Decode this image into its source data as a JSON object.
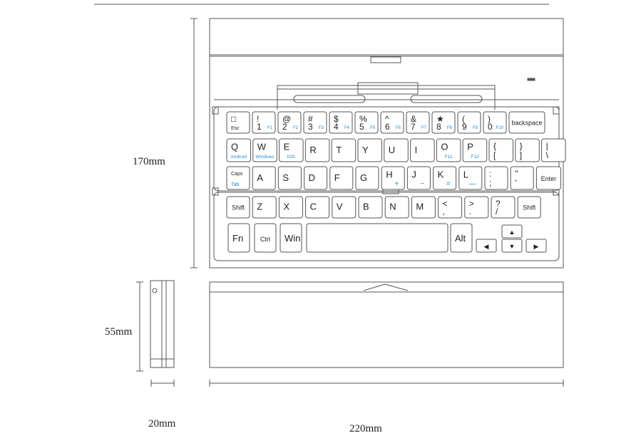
{
  "dimensions": {
    "height_top": "170mm",
    "height_side": "55mm",
    "width_side": "20mm",
    "width_front": "220mm"
  },
  "colors": {
    "line": "#555555",
    "key_fill": "#ffffff",
    "accent": "#1e8ad6"
  },
  "keyboard": {
    "row1": [
      {
        "top": "□",
        "bottom": "Esc"
      },
      {
        "top": "!",
        "bottom": "1",
        "fn": "F1"
      },
      {
        "top": "@",
        "bottom": "2",
        "fn": "F2"
      },
      {
        "top": "#",
        "bottom": "3",
        "fn": "F3"
      },
      {
        "top": "$",
        "bottom": "4",
        "fn": "F4"
      },
      {
        "top": "%",
        "bottom": "5",
        "fn": "F5"
      },
      {
        "top": "^",
        "bottom": "6",
        "fn": "F6"
      },
      {
        "top": "&",
        "bottom": "7",
        "fn": "F7"
      },
      {
        "top": "★",
        "bottom": "8",
        "fn": "F8"
      },
      {
        "top": "(",
        "bottom": "9",
        "fn": "F9"
      },
      {
        "top": ")",
        "bottom": "0",
        "fn": "F10"
      },
      {
        "label": "backspace"
      }
    ],
    "row2": [
      {
        "label": "Q",
        "sub": "Android"
      },
      {
        "label": "W",
        "sub": "Windows"
      },
      {
        "label": "E",
        "sub": "IOS"
      },
      {
        "label": "R"
      },
      {
        "label": "T"
      },
      {
        "label": "Y"
      },
      {
        "label": "U"
      },
      {
        "label": "I"
      },
      {
        "label": "O",
        "sub": "F11"
      },
      {
        "label": "P",
        "sub": "F12"
      },
      {
        "top": "{",
        "bottom": "["
      },
      {
        "top": "}",
        "bottom": "]"
      },
      {
        "top": "|",
        "bottom": "\\"
      }
    ],
    "row3": [
      {
        "top": "Caps",
        "bottom": "Tab"
      },
      {
        "label": "A"
      },
      {
        "label": "S"
      },
      {
        "label": "D"
      },
      {
        "label": "F"
      },
      {
        "label": "G"
      },
      {
        "label": "H",
        "sub": "+"
      },
      {
        "label": "J",
        "sub": "−"
      },
      {
        "label": "K",
        "sub": "="
      },
      {
        "label": "L",
        "sub": "—"
      },
      {
        "top": ":",
        "bottom": ";"
      },
      {
        "top": "\"",
        "bottom": "'"
      },
      {
        "label": "Enter"
      }
    ],
    "row4": [
      {
        "label": "Shift"
      },
      {
        "label": "Z"
      },
      {
        "label": "X"
      },
      {
        "label": "C"
      },
      {
        "label": "V"
      },
      {
        "label": "B"
      },
      {
        "label": "N"
      },
      {
        "label": "M"
      },
      {
        "top": "<",
        "bottom": ","
      },
      {
        "top": ">",
        "bottom": "."
      },
      {
        "top": "?",
        "bottom": "/"
      },
      {
        "label": "Shift"
      }
    ],
    "row5": [
      {
        "label": "Fn"
      },
      {
        "label": "Ctrl"
      },
      {
        "label": "Win"
      },
      {
        "label": ""
      },
      {
        "label": "Alt"
      }
    ],
    "arrows": [
      "◀",
      "▲",
      "▼",
      "▶"
    ]
  }
}
